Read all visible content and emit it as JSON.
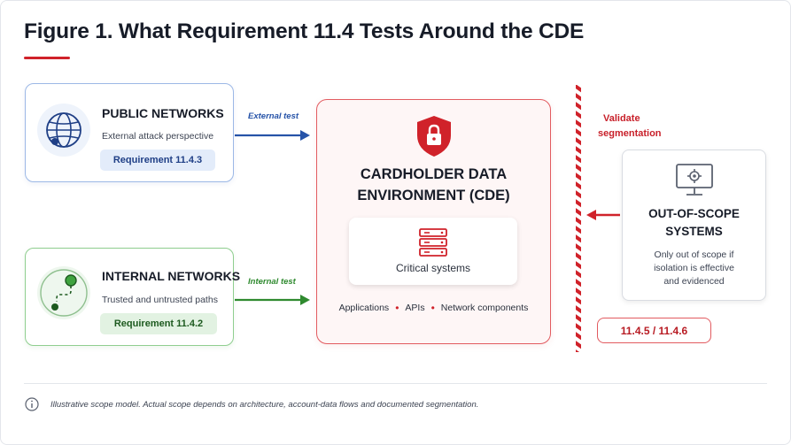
{
  "figure": {
    "title": "Figure 1. What Requirement 11.4 Tests Around the CDE"
  },
  "public_networks": {
    "title": "PUBLIC NETWORKS",
    "subtitle": "External attack perspective",
    "requirement": "Requirement 11.4.3",
    "icon": "globe-icon",
    "color": "#2653a8"
  },
  "internal_networks": {
    "title": "INTERNAL NETWORKS",
    "subtitle": "Trusted and untrusted paths",
    "requirement": "Requirement 11.4.2",
    "icon": "network-path-icon",
    "color": "#2f8a2f"
  },
  "arrows": {
    "external_label": "External test",
    "internal_label": "Internal test"
  },
  "cde": {
    "title_line1": "CARDHOLDER DATA",
    "title_line2": "ENVIRONMENT (CDE)",
    "icon": "shield-lock-icon",
    "critical": {
      "label": "Critical systems",
      "icon": "server-icon"
    },
    "components": [
      "Applications",
      "APIs",
      "Network components"
    ],
    "separator": "•",
    "color": "#d0222a"
  },
  "segmentation": {
    "label_line1": "Validate",
    "label_line2": "segmentation"
  },
  "out_of_scope": {
    "title_line1": "OUT-OF-SCOPE",
    "title_line2": "SYSTEMS",
    "desc_line1": "Only out of scope if",
    "desc_line2": "isolation is effective",
    "desc_line3": "and evidenced",
    "icon": "monitor-gear-icon",
    "requirements": "11.4.5 / 11.4.6"
  },
  "footer": {
    "note": "Illustrative scope model. Actual scope depends on architecture, account-data flows and documented segmentation.",
    "icon": "info-icon"
  }
}
